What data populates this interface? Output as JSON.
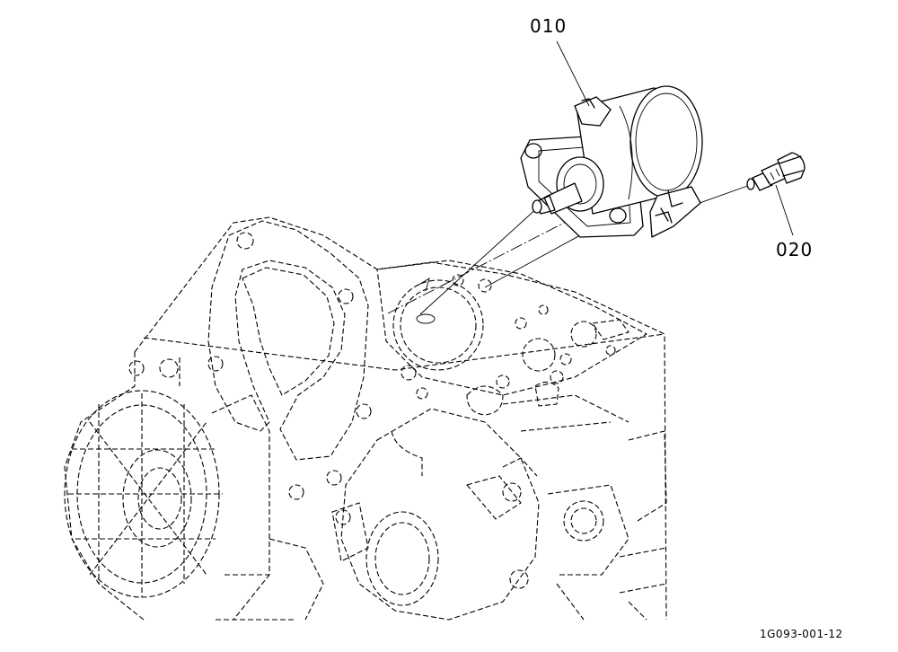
{
  "diagram": {
    "callouts": [
      {
        "id": "solenoid",
        "label": "010"
      },
      {
        "id": "bolt",
        "label": "020"
      }
    ],
    "reference_code": "1G093-001-12"
  },
  "colors": {
    "line": "#000000",
    "background": "#ffffff"
  }
}
